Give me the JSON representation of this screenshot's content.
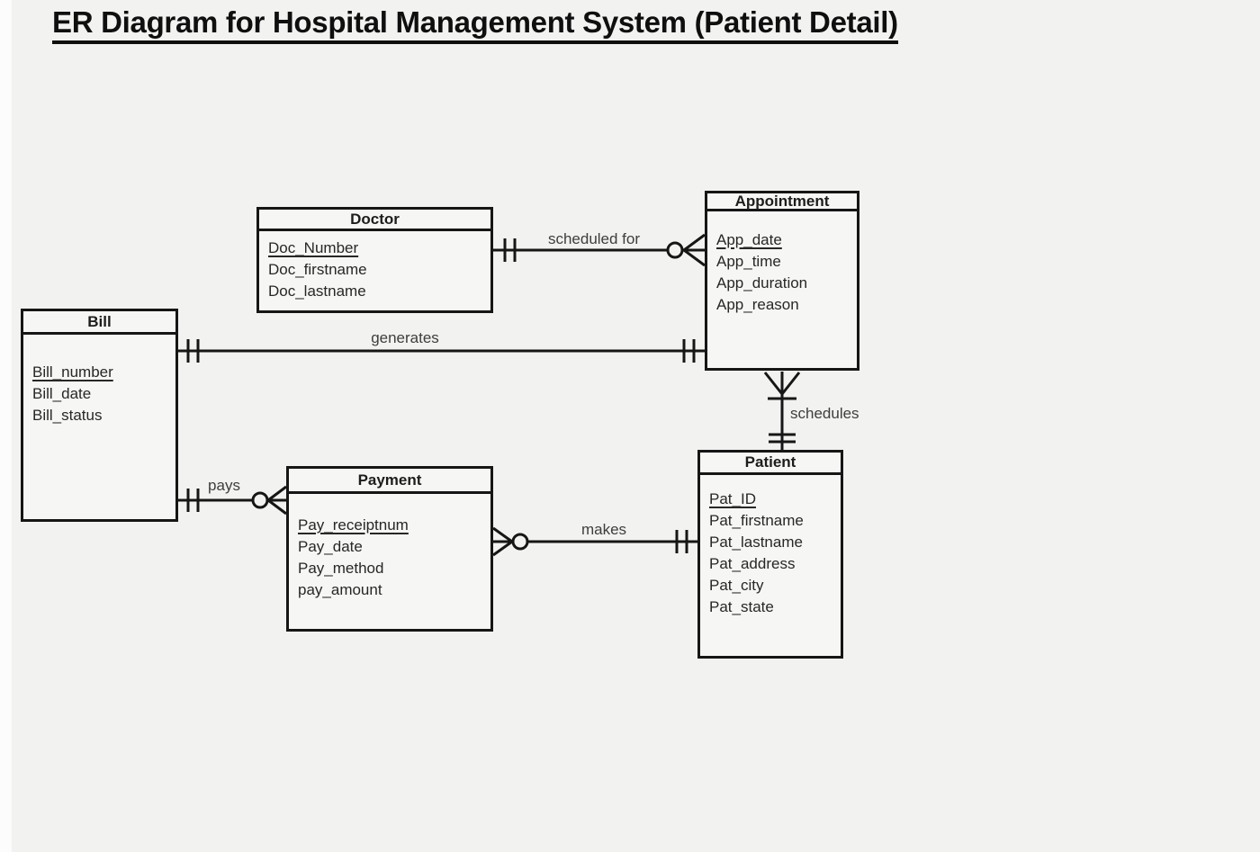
{
  "title": "ER Diagram for Hospital Management System (Patient Detail)",
  "entities": {
    "doctor": {
      "name": "Doctor",
      "attributes": [
        "Doc_Number",
        "Doc_firstname",
        "Doc_lastname"
      ],
      "primary_key": "Doc_Number"
    },
    "appointment": {
      "name": "Appointment",
      "attributes": [
        "App_date",
        "App_time",
        "App_duration",
        "App_reason"
      ],
      "primary_key": "App_date"
    },
    "bill": {
      "name": "Bill",
      "attributes": [
        "Bill_number",
        "Bill_date",
        "Bill_status"
      ],
      "primary_key": "Bill_number"
    },
    "payment": {
      "name": "Payment",
      "attributes": [
        "Pay_receiptnum",
        "Pay_date",
        "Pay_method",
        "pay_amount"
      ],
      "primary_key": "Pay_receiptnum"
    },
    "patient": {
      "name": "Patient",
      "attributes": [
        "Pat_ID",
        "Pat_firstname",
        "Pat_lastname",
        "Pat_address",
        "Pat_city",
        "Pat_state"
      ],
      "primary_key": "Pat_ID"
    }
  },
  "relationships": [
    {
      "label": "scheduled for",
      "from": "Doctor",
      "to": "Appointment",
      "from_cardinality": "one-and-only-one",
      "to_cardinality": "zero-or-many"
    },
    {
      "label": "generates",
      "from": "Bill",
      "to": "Appointment",
      "from_cardinality": "one-and-only-one",
      "to_cardinality": "one-and-only-one"
    },
    {
      "label": "schedules",
      "from": "Patient",
      "to": "Appointment",
      "from_cardinality": "one-and-only-one",
      "to_cardinality": "one-or-many"
    },
    {
      "label": "pays",
      "from": "Bill",
      "to": "Payment",
      "from_cardinality": "one-and-only-one",
      "to_cardinality": "zero-or-many"
    },
    {
      "label": "makes",
      "from": "Payment",
      "to": "Patient",
      "from_cardinality": "zero-or-many",
      "to_cardinality": "one-and-only-one"
    }
  ],
  "colors": {
    "background": "#f2f2f0",
    "entity_fill": "#f6f6f4",
    "line": "#161616",
    "text": "#272727",
    "label_text": "#3e3e3e"
  }
}
